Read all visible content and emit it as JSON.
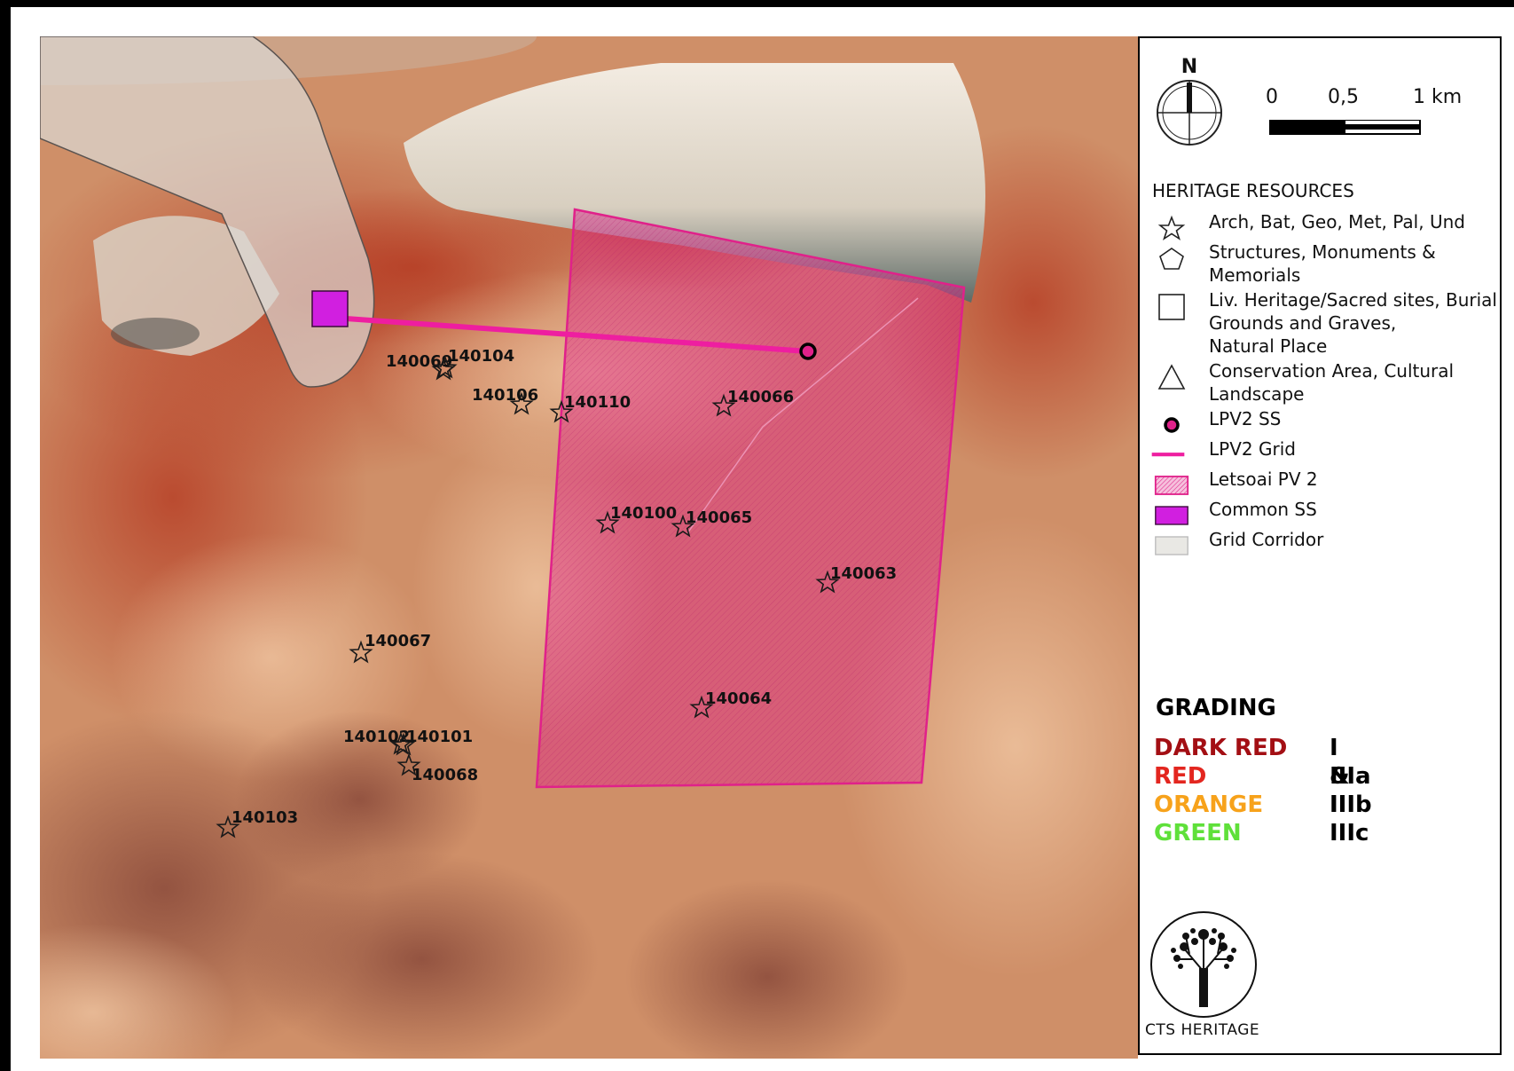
{
  "map": {
    "sites": [
      {
        "id": "140069",
        "label": "140069"
      },
      {
        "id": "140104",
        "label": "140104"
      },
      {
        "id": "140106",
        "label": "140106"
      },
      {
        "id": "140110",
        "label": "140110"
      },
      {
        "id": "140066",
        "label": "140066"
      },
      {
        "id": "140100",
        "label": "140100"
      },
      {
        "id": "140065",
        "label": "140065"
      },
      {
        "id": "140063",
        "label": "140063"
      },
      {
        "id": "140067",
        "label": "140067"
      },
      {
        "id": "140064",
        "label": "140064"
      },
      {
        "id": "140102",
        "label": "140102"
      },
      {
        "id": "140101",
        "label": "140101"
      },
      {
        "id": "140068",
        "label": "140068"
      },
      {
        "id": "140103",
        "label": "140103"
      }
    ],
    "colors": {
      "pv_area": "#e0218a",
      "grid_line": "#ee1ea0",
      "common_ss": "#d11fe0",
      "corridor": "#d8d6d2",
      "terrain_red": "#b9482a",
      "terrain_tan": "#d99a72"
    }
  },
  "legend": {
    "north": "N",
    "scale": {
      "labels": [
        "0",
        "0,5",
        "1 km"
      ]
    },
    "heading": "HERITAGE RESOURCES",
    "items": [
      {
        "icon": "star-icon",
        "label": "Arch, Bat, Geo, Met, Pal, Und"
      },
      {
        "icon": "pentagon-icon",
        "label": "Structures, Monuments &\nMemorials"
      },
      {
        "icon": "square-icon",
        "label": "Liv. Heritage/Sacred sites, Burial\nGrounds and Graves,\nNatural Place"
      },
      {
        "icon": "triangle-icon",
        "label": "Conservation Area, Cultural\nLandscape"
      },
      {
        "icon": "substation-dot-icon",
        "label": "LPV2 SS"
      },
      {
        "icon": "grid-line-icon",
        "label": "LPV2 Grid"
      },
      {
        "icon": "pv-area-swatch-icon",
        "label": "Letsoai PV 2"
      },
      {
        "icon": "common-ss-swatch-icon",
        "label": "Common SS"
      },
      {
        "icon": "corridor-swatch-icon",
        "label": "Grid Corridor"
      }
    ],
    "grading": {
      "title": "GRADING",
      "rows": [
        {
          "name": "DARK RED",
          "grade": "I & II",
          "color": "#a30f14"
        },
        {
          "name": "RED",
          "grade": "IIIa",
          "color": "#e3261f"
        },
        {
          "name": "ORANGE",
          "grade": "IIIb",
          "color": "#f7a21b"
        },
        {
          "name": "GREEN",
          "grade": "IIIc",
          "color": "#5fe03a"
        }
      ]
    },
    "logo_text": "CTS HERITAGE"
  }
}
